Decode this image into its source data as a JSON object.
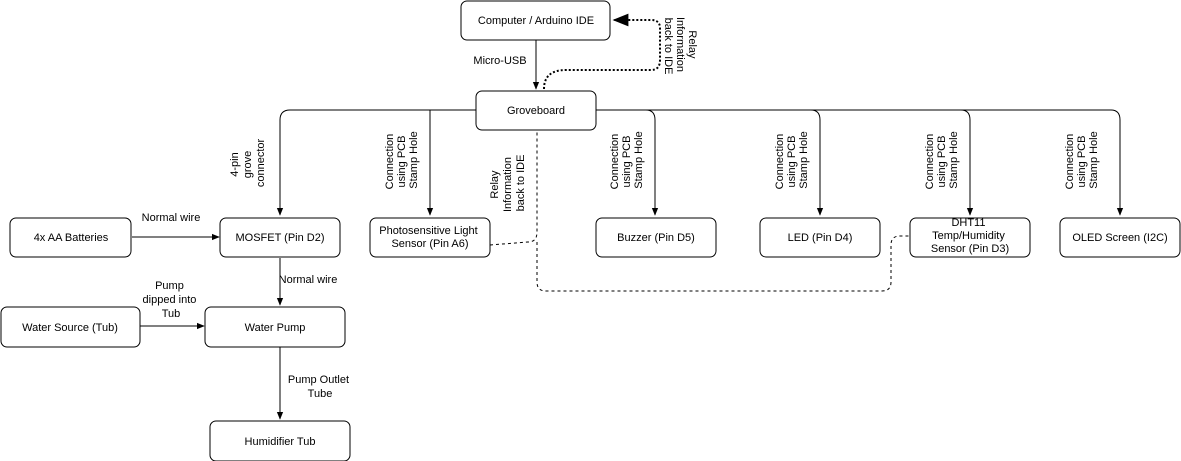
{
  "nodes": {
    "computer": "Computer / Arduino IDE",
    "groveboard": "Groveboard",
    "batteries": "4x AA Batteries",
    "mosfet": "MOSFET (Pin D2)",
    "photo": [
      "Photosensitive Light",
      "Sensor (Pin A6)"
    ],
    "buzzer": "Buzzer (Pin D5)",
    "led": "LED (Pin D4)",
    "dht": [
      "DHT11",
      "Temp/Humidity",
      "Sensor (Pin D3)"
    ],
    "oled": "OLED Screen (I2C)",
    "water_source": "Water Source (Tub)",
    "water_pump": "Water Pump",
    "humidifier": "Humidifier Tub"
  },
  "edge_labels": {
    "micro_usb": "Micro-USB",
    "relay_top": [
      "Relay",
      "Information",
      "back to IDE"
    ],
    "grove_connector": [
      "4-pin",
      "grove",
      "connector"
    ],
    "pcb_photo": [
      "Connection",
      "using PCB",
      "Stamp Hole"
    ],
    "relay_mid": [
      "Relay",
      "Information",
      "back to IDE"
    ],
    "pcb_buzzer": [
      "Connection",
      "using PCB",
      "Stamp Hole"
    ],
    "pcb_led": [
      "Connection",
      "using PCB",
      "Stamp Hole"
    ],
    "pcb_dht": [
      "Connection",
      "using PCB",
      "Stamp Hole"
    ],
    "pcb_oled": [
      "Connection",
      "using PCB",
      "Stamp Hole"
    ],
    "normal_wire_batt": "Normal wire",
    "normal_wire_pump": "Normal wire",
    "pump_dipped": [
      "Pump",
      "dipped into",
      "Tub"
    ],
    "pump_outlet": [
      "Pump Outlet",
      "Tube"
    ]
  }
}
